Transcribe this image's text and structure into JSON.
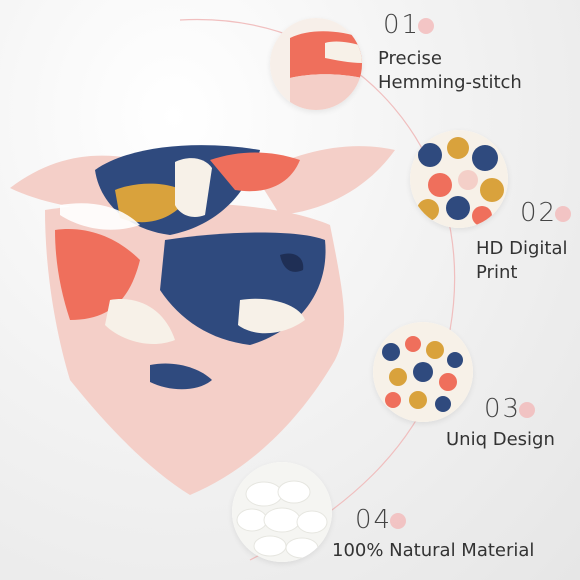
{
  "features": [
    {
      "num": "01",
      "lines": [
        "Precise",
        "Hemming-stitch"
      ]
    },
    {
      "num": "02",
      "lines": [
        "HD Digital",
        "Print"
      ]
    },
    {
      "num": "03",
      "lines": [
        "Uniq Design"
      ]
    },
    {
      "num": "04",
      "lines": [
        "100% Natural Material"
      ]
    }
  ],
  "colors": {
    "scarf_pink": "#f4cfc8",
    "navy": "#2f4a7e",
    "coral": "#ef6f5c",
    "mustard": "#d9a23c",
    "cream": "#f7f1e8",
    "accent_dot": "#f3b6b6"
  },
  "icons": [
    "silk-cocoon-photo",
    "print-pattern-swatch",
    "hem-closeup"
  ]
}
